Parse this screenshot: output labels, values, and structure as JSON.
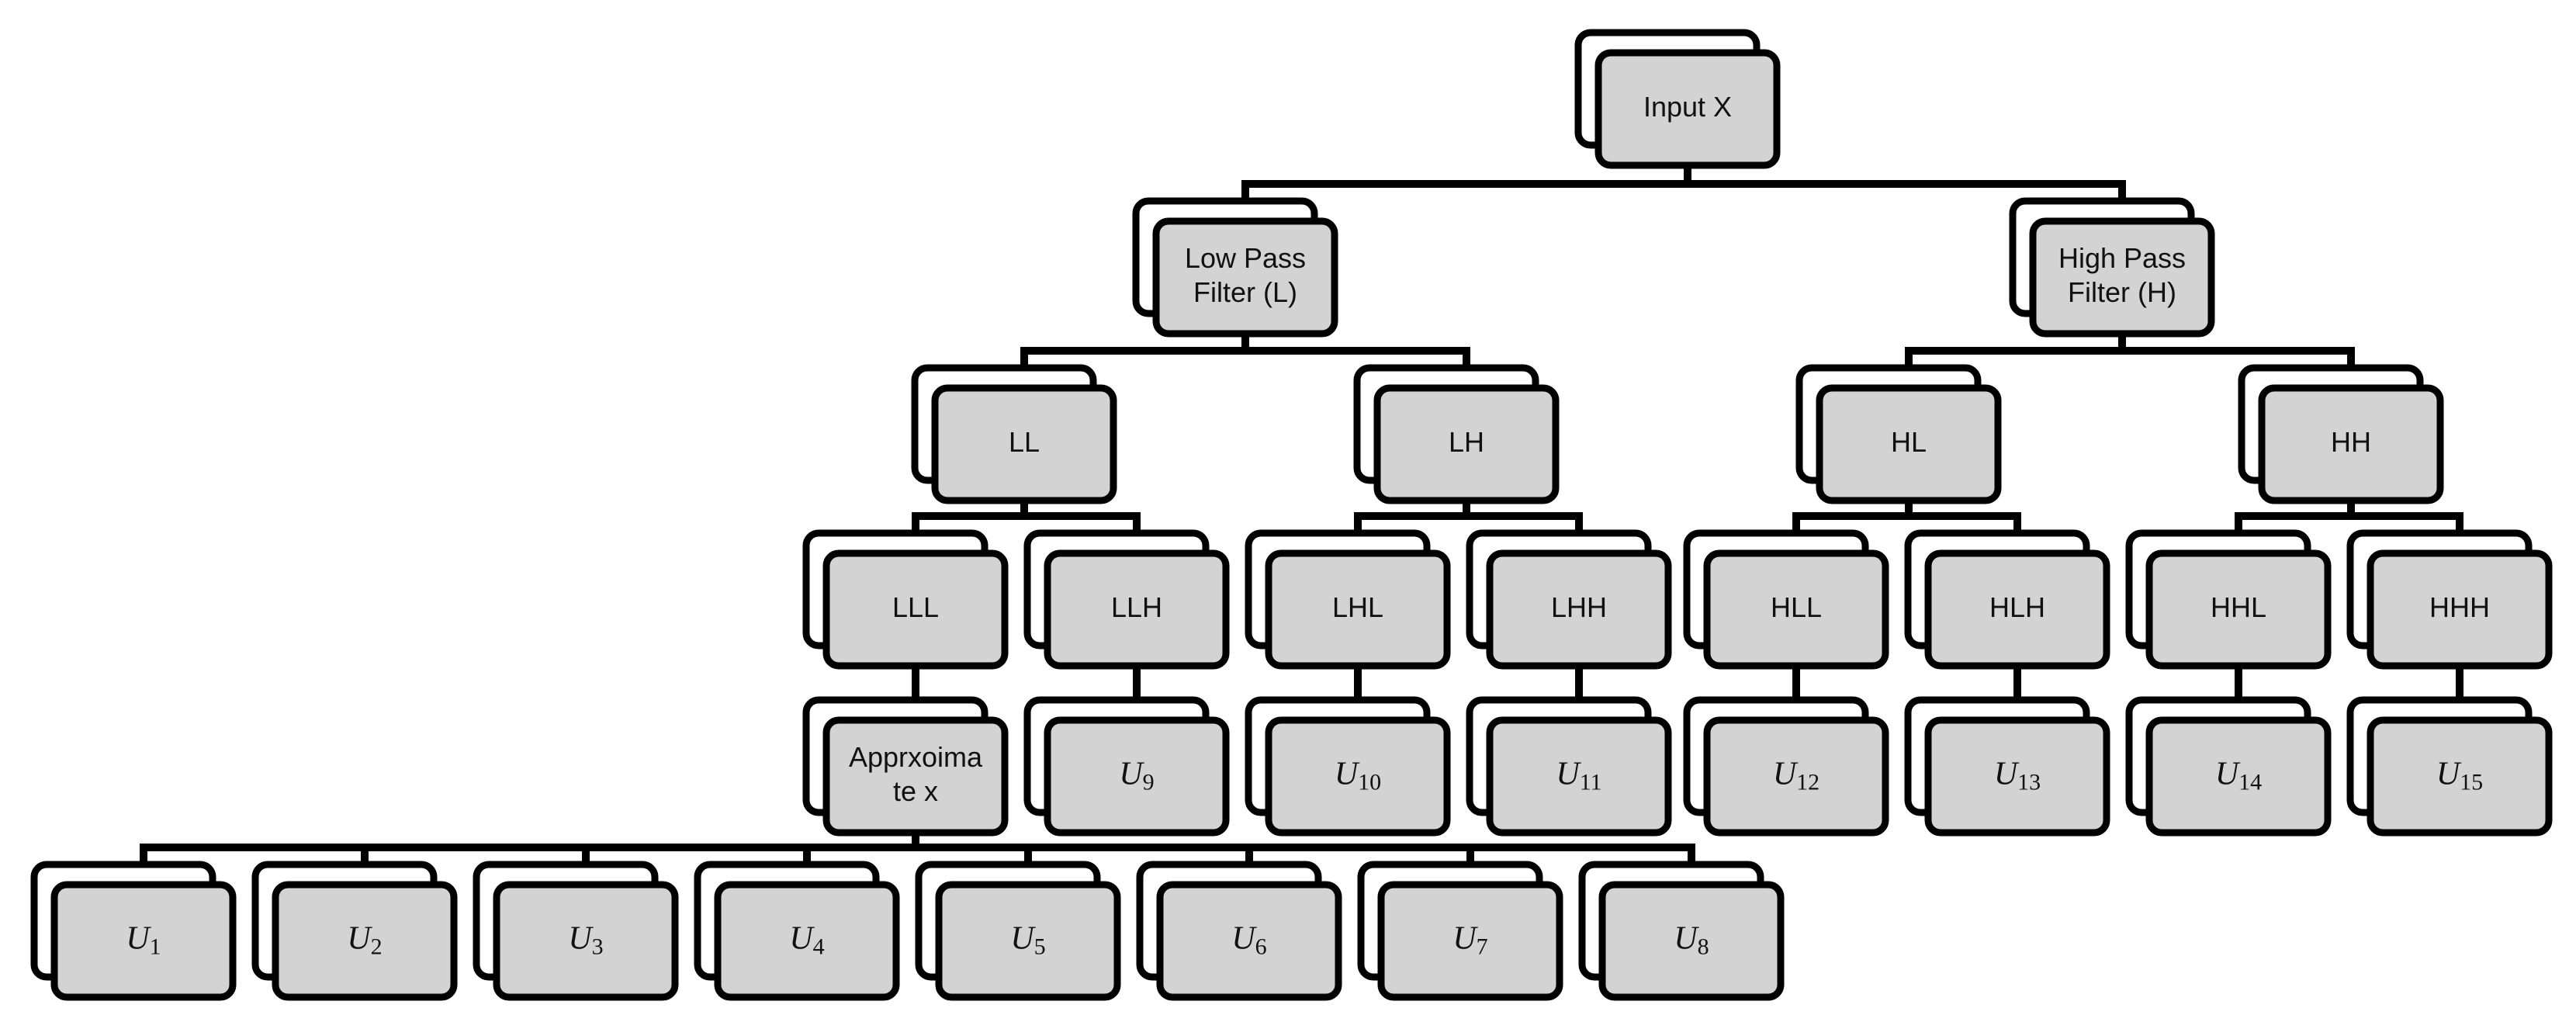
{
  "nodes": {
    "input": "Input X",
    "low_pass": [
      "Low Pass",
      "Filter (L)"
    ],
    "high_pass": [
      "High Pass",
      "Filter (H)"
    ],
    "ll": "LL",
    "lh": "LH",
    "hl": "HL",
    "hh": "HH",
    "lll": "LLL",
    "llh": "LLH",
    "lhl": "LHL",
    "lhh": "LHH",
    "hll": "HLL",
    "hlh": "HLH",
    "hhl": "HHL",
    "hhh": "HHH",
    "approx": [
      "Apprxoima",
      "te x"
    ],
    "u_symbol": "U",
    "u9": "9",
    "u10": "10",
    "u11": "11",
    "u12": "12",
    "u13": "13",
    "u14": "14",
    "u15": "15",
    "u1": "1",
    "u2": "2",
    "u3": "3",
    "u4": "4",
    "u5": "5",
    "u6": "6",
    "u7": "7",
    "u8": "8"
  }
}
